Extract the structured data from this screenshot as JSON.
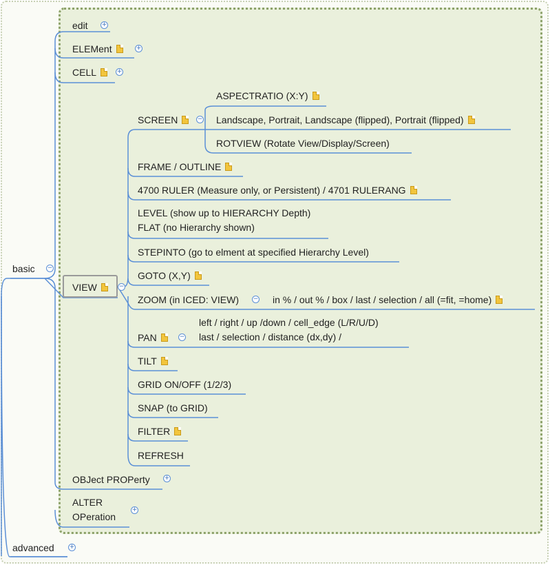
{
  "nodes": {
    "basic": "basic",
    "advanced": "advanced",
    "edit": "edit",
    "element": "ELEMent",
    "cell": "CELL",
    "view": "VIEW",
    "object_property": "OBJect PROPerty",
    "alter_line1": "ALTER",
    "alter_line2": "OPeration",
    "screen": "SCREEN",
    "aspectratio": "ASPECTRATIO (X:Y)",
    "orientation": "Landscape, Portrait, Landscape (flipped), Portrait (flipped)",
    "rotview": "ROTVIEW (Rotate View/Display/Screen)",
    "frame_outline": "FRAME / OUTLINE",
    "ruler": "4700 RULER  (Measure only, or Persistent) / 4701 RULERANG",
    "level_line1": "LEVEL (show up to HIERARCHY Depth)",
    "level_line2": "FLAT (no Hierarchy shown)",
    "stepinto": "STEPINTO (go to elment at specified Hierarchy Level)",
    "goto": "GOTO (X,Y)",
    "zoom": "ZOOM (in ICED: VIEW)",
    "zoom_options": "in % / out % / box / last / selection / all (=fit, =home)",
    "pan": "PAN",
    "pan_line1": "left / right / up /down / cell_edge (L/R/U/D)",
    "pan_line2": "last / selection / distance (dx,dy) /",
    "tilt": "TILT",
    "grid": "GRID ON/OFF (1/2/3)",
    "snap": "SNAP (to GRID)",
    "filter": "FILTER",
    "refresh": "REFRESH"
  },
  "toggle_symbols": {
    "expand": "+",
    "collapse": "−"
  },
  "colors": {
    "line": "#5b8fd6",
    "basic_frame_bg": "#eaf0dc",
    "basic_frame_border": "#8da26a",
    "note_icon": "#f2c53d"
  },
  "icons": {
    "note": "note-icon",
    "expand": "expand-toggle-icon",
    "collapse": "collapse-toggle-icon"
  }
}
